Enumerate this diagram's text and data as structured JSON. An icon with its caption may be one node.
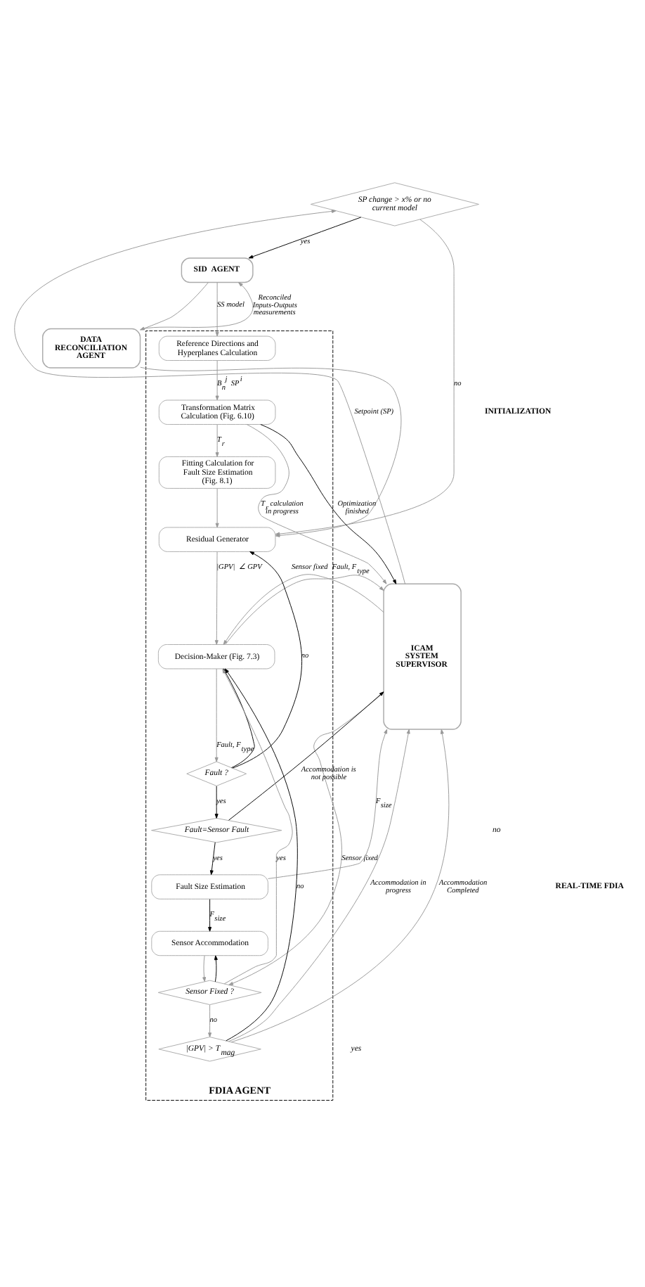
{
  "diagram": {
    "nodes": [
      {
        "text": [
          "ICAM SYSTEM SUPERVISOR"
        ]
      },
      {
        "text": [
          "SP change > x% or no current model"
        ]
      },
      {
        "text": [
          "SID  AGENT"
        ]
      },
      {
        "text": [
          "DATA RECONCILIATION AGENT"
        ]
      },
      {
        "text": [
          "FDIA AGENT"
        ]
      },
      {
        "text": [
          "Reference Directions and Hyperplanes Calculation"
        ],
        "in": 4
      },
      {
        "text": [
          "Transformation Matrix Calculation (Fig. 6.10)"
        ],
        "in": 4
      },
      {
        "text": [
          "Fitting Calculation for Fault Size Estimation (Fig. 8.1)"
        ],
        "in": 4
      },
      {
        "text": [
          "Residual Generator"
        ],
        "in": 4
      },
      {
        "text": [
          "Decision-Maker (Fig. 7.3)"
        ],
        "in": 4
      },
      {
        "text": [
          "Fault ?"
        ],
        "in": 4
      },
      {
        "text": [
          "Fault=Sensor Fault"
        ],
        "in": 4
      },
      {
        "text": [
          "Fault Size Estimation"
        ],
        "in": 4
      },
      {
        "text": [
          "Sensor Accommodation"
        ],
        "in": 4
      },
      {
        "text": [
          "Sensor Fixed ?"
        ],
        "in": 4
      },
      {
        "text": [
          "|GPV| > T$_{mag}$"
        ],
        "in": 4
      }
    ],
    "edges": [
      {
        "from": 0,
        "to": 1,
        "arrow": "to",
        "label": "Setpoint (SP)"
      },
      {
        "from": 1,
        "to": 2,
        "arrow": "to",
        "label": "yes",
        "color": "#000000"
      },
      {
        "from": 1,
        "to": 8,
        "arrow": "to",
        "label": "no"
      },
      {
        "from": 3,
        "to": 2,
        "arrow": "to",
        "label": "Reconciled Inputs-Outputs measurements"
      },
      {
        "from": 3,
        "to": 8,
        "arrow": "to"
      },
      {
        "from": 2,
        "to": 3,
        "arrow": "to"
      },
      {
        "from": 2,
        "to": 5,
        "arrow": "to",
        "label": "SS model"
      },
      {
        "from": 5,
        "to": 6,
        "arrow": "to",
        "label": "B$_{n}$$^{j}$  SP$^{i}$"
      },
      {
        "from": 6,
        "to": 0,
        "arrow": "to",
        "label": "T$_{r}$ calculation in progress"
      },
      {
        "from": 6,
        "to": 7,
        "arrow": "to",
        "label": "T$_{r}$"
      },
      {
        "from": 6,
        "to": 0,
        "arrow": "to",
        "label": "Optimization finished",
        "color": "#000000"
      },
      {
        "from": 7,
        "to": 8,
        "arrow": "to"
      },
      {
        "from": 8,
        "to": 9,
        "arrow": "to",
        "label": "|GPV|  ∠ GPV"
      },
      {
        "from": 0,
        "to": 9,
        "arrow": "to",
        "label": "Sensor fixed"
      },
      {
        "from": 9,
        "to": 0,
        "arrow": "to",
        "label": "Fault, F$_{type}$"
      },
      {
        "from": 9,
        "to": 10,
        "arrow": "to",
        "label": "Fault, F$_{type}$"
      },
      {
        "from": 10,
        "to": 8,
        "arrow": "to",
        "label": "no",
        "color": "#000000"
      },
      {
        "from": 10,
        "to": 9,
        "arrow": "to",
        "color": "#000000"
      },
      {
        "from": 10,
        "to": 11,
        "arrow": "to",
        "label": "yes",
        "color": "#000000"
      },
      {
        "from": 11,
        "to": 0,
        "arrow": "to",
        "label": "Accommodation is not possible",
        "color": "#000000"
      },
      {
        "from": 11,
        "to": 12,
        "arrow": "to",
        "label": "yes",
        "color": "#000000"
      },
      {
        "from": 12,
        "to": 0,
        "arrow": "to",
        "label": "F$_{size}$"
      },
      {
        "from": 12,
        "to": 13,
        "arrow": "to",
        "label": "F$_{size}$",
        "color": "#000000"
      },
      {
        "from": 13,
        "to": 14,
        "arrow": "to"
      },
      {
        "from": 0,
        "to": 14,
        "arrow": "to",
        "label": "Sensor fixed"
      },
      {
        "from": 14,
        "to": 9,
        "arrow": "to",
        "label": "yes"
      },
      {
        "from": 14,
        "to": 13,
        "arrow": "to",
        "color": "#000000"
      },
      {
        "from": 14,
        "to": 15,
        "arrow": "to",
        "label": "no"
      },
      {
        "from": 15,
        "to": 0,
        "arrow": "to",
        "label": "Accommodation in progress"
      },
      {
        "from": 15,
        "to": 0,
        "arrow": "to",
        "label": "Accommodation Completed"
      },
      {
        "from": 15,
        "to": 9,
        "arrow": "to",
        "label": "no",
        "color": "#000000"
      }
    ],
    "labels": [
      "INITIALIZATION",
      "no",
      "REAL-TIME FDIA",
      "yes"
    ]
  }
}
